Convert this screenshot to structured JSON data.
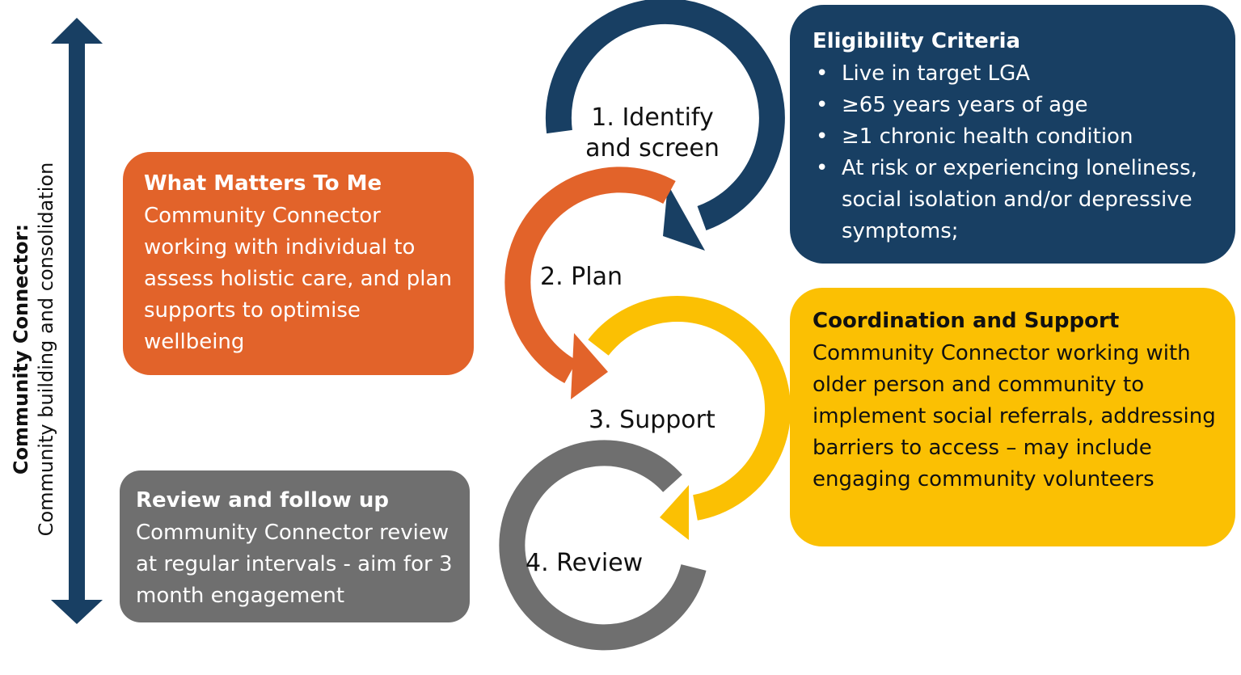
{
  "side_label": {
    "line1": "Community Connector:",
    "line2": "Community building and consolidation"
  },
  "steps": {
    "identify": "1. Identify and screen",
    "plan": "2. Plan",
    "support": "3. Support",
    "review": "4. Review"
  },
  "what_matters": {
    "title": "What Matters To Me",
    "body": "Community Connector working with individual to assess holistic care, and plan supports to optimise wellbeing"
  },
  "review_followup": {
    "title": "Review and follow up",
    "body": "Community Connector review at regular intervals - aim for 3 month engagement"
  },
  "eligibility": {
    "title": "Eligibility Criteria",
    "items": [
      "Live in target LGA",
      "≥65 years years of age",
      "≥1 chronic health condition",
      "At risk or experiencing loneliness, social isolation and/or depressive symptoms;"
    ]
  },
  "coordination": {
    "title": "Coordination and Support",
    "body": "Community Connector working with older person and community to implement social referrals, addressing barriers to access – may include engaging community volunteers"
  },
  "colors": {
    "navy": "#183f63",
    "orange": "#e2632a",
    "yellow": "#fbc003",
    "grey": "#6f6f6f"
  }
}
